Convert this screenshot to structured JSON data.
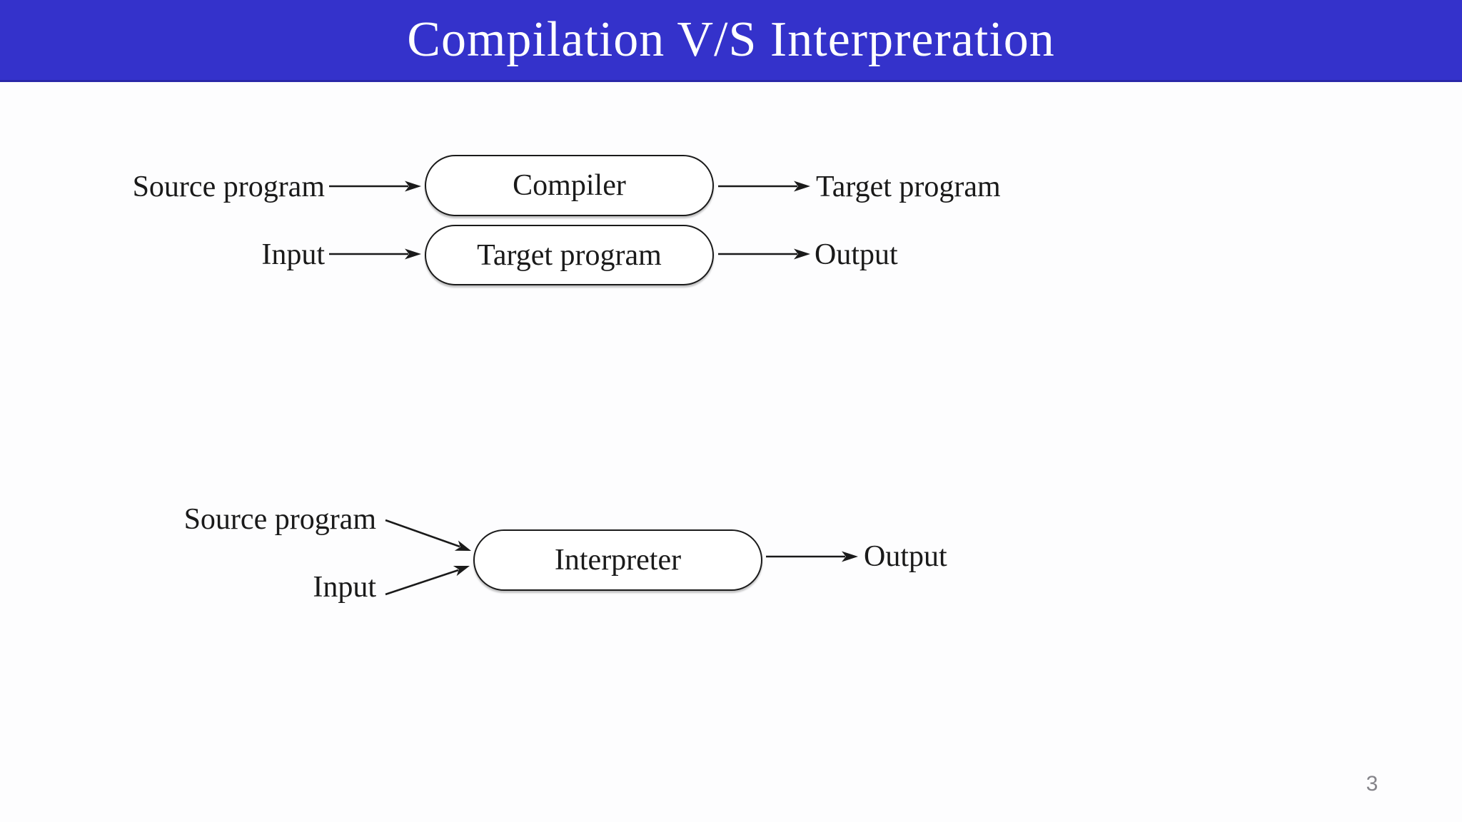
{
  "slide": {
    "title": "Compilation V/S Interpreration",
    "page_number": "3"
  },
  "theme": {
    "header_bg": "#3432cb",
    "header_edge": "#2a28a8",
    "header_text": "#ffffff",
    "canvas_bg": "#fdfdfe",
    "line_color": "#1a1a1a",
    "box_bg": "#ffffff",
    "page_number_color": "#85848a"
  },
  "compiler_diagram": {
    "rows": [
      {
        "source_label": "Source program",
        "box_label": "Compiler",
        "result_label": "Target program"
      },
      {
        "source_label": "Input",
        "box_label": "Target program",
        "result_label": "Output"
      }
    ]
  },
  "interpreter_diagram": {
    "source_label": "Source program",
    "input_label": "Input",
    "box_label": "Interpreter",
    "result_label": "Output"
  }
}
